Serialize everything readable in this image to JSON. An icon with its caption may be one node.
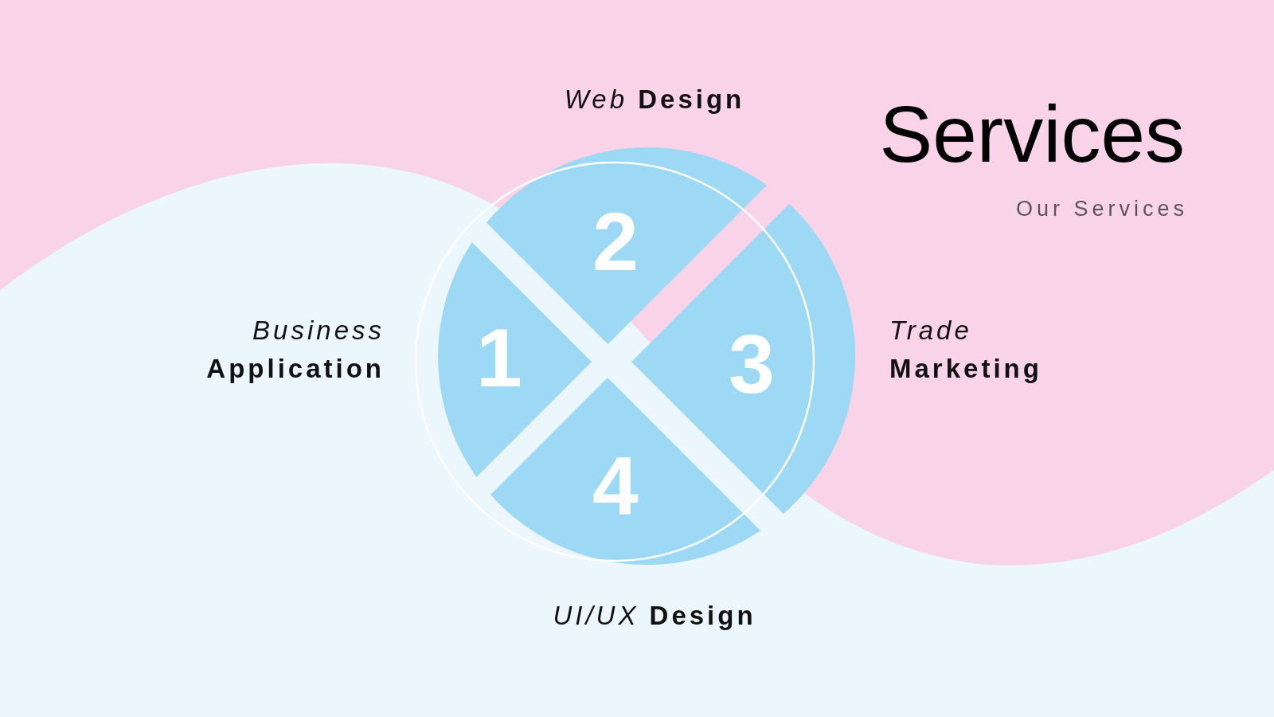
{
  "diagram": {
    "title": "Services",
    "nodes": [
      {
        "text": [
          "1"
        ],
        "beside": [
          "*Business* **Application**"
        ]
      },
      {
        "text": [
          "2"
        ],
        "beside": [
          "*Web* **Design**"
        ]
      },
      {
        "text": [
          "3"
        ],
        "beside": [
          "*Trade* **Marketing**"
        ]
      },
      {
        "text": [
          "4"
        ],
        "beside": [
          "*UI/UX* **Design**"
        ]
      }
    ],
    "labels": [
      "Our Services"
    ]
  }
}
